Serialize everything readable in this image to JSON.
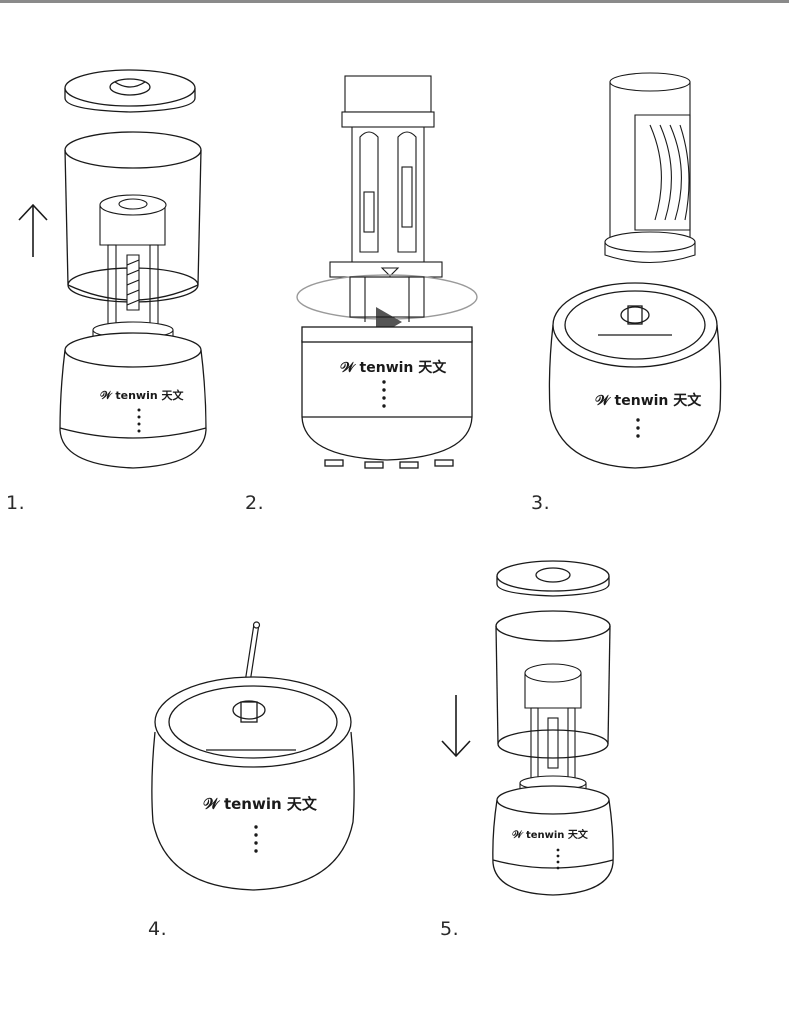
{
  "steps": [
    {
      "number": "1."
    },
    {
      "number": "2."
    },
    {
      "number": "3."
    },
    {
      "number": "4."
    },
    {
      "number": "5."
    }
  ],
  "brand": {
    "name": "tenwin",
    "cjk": "天文"
  },
  "colors": {
    "stroke": "#1a1a1a",
    "top_border": "#8a8a8a",
    "ring": "#9a9a9a",
    "play_marker": "#555555"
  },
  "icons": {
    "up": "up-arrow-icon",
    "down": "down-arrow-icon",
    "rotate": "rotate-arrow-icon"
  }
}
